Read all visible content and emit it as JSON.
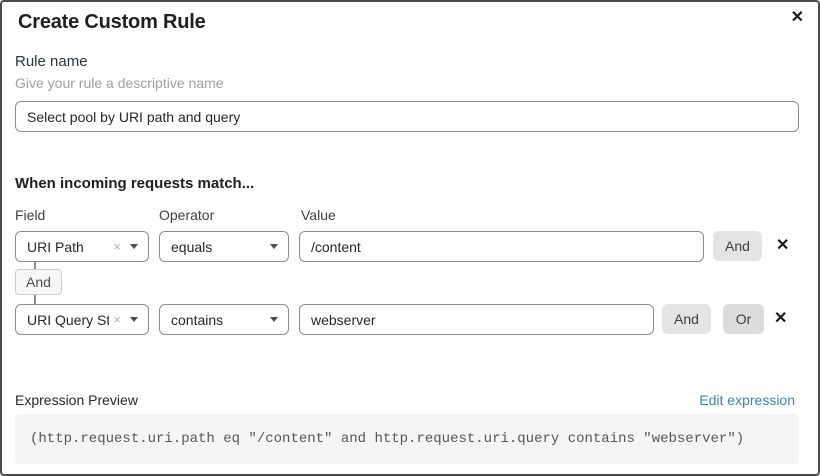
{
  "dialog": {
    "title": "Create Custom Rule",
    "close_icon": "✕"
  },
  "rule_name": {
    "label": "Rule name",
    "helper": "Give your rule a descriptive name",
    "value": "Select pool by URI path and query"
  },
  "matcher": {
    "heading": "When incoming requests match...",
    "columns": {
      "field": "Field",
      "operator": "Operator",
      "value": "Value"
    },
    "connector": "And",
    "rows": [
      {
        "field": "URI Path",
        "clear_icon": "×",
        "operator": "equals",
        "value": "/content",
        "and_button": "And",
        "remove_icon": "✕"
      },
      {
        "field": "URI Query St...",
        "clear_icon": "×",
        "operator": "contains",
        "value": "webserver",
        "and_button": "And",
        "or_button": "Or",
        "remove_icon": "✕"
      }
    ]
  },
  "expression": {
    "label": "Expression Preview",
    "edit_link": "Edit expression",
    "code": "(http.request.uri.path eq \"/content\" and http.request.uri.query contains \"webserver\")"
  },
  "colors": {
    "link_blue": "#3b83b5",
    "dialog_border": "#4b4b4b",
    "control_border": "#8b8b8b",
    "button_gray": "#e4e4e4",
    "chip_bg": "#f6f6f6",
    "code_bg": "#f5f5f6"
  }
}
